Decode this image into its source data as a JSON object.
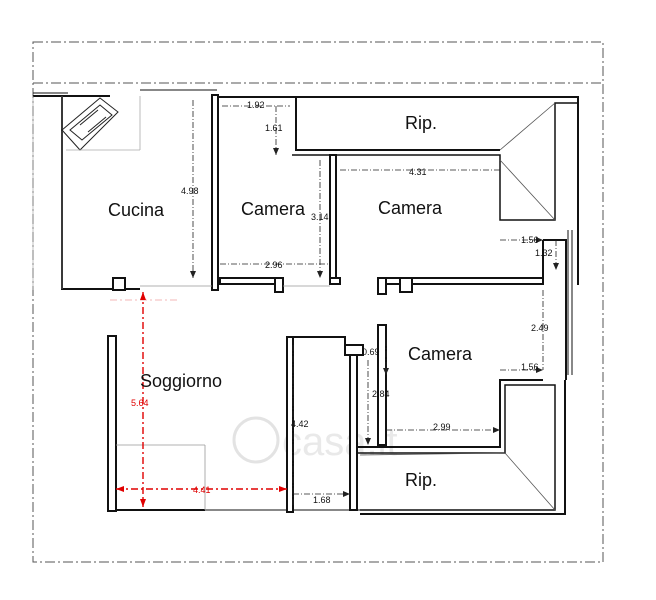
{
  "rooms": {
    "cucina": "Cucina",
    "camera_mid": "Camera",
    "camera_top_right": "Camera",
    "rip_top": "Rip.",
    "soggiorno": "Soggiorno",
    "camera_bottom_right": "Camera",
    "rip_bottom": "Rip."
  },
  "dimensions": {
    "d_1_92": "1.92",
    "d_1_61": "1.61",
    "d_4_98": "4.98",
    "d_3_14": "3.14",
    "d_4_31": "4.31",
    "d_2_96": "2.96",
    "d_1_56_top": "1.56",
    "d_1_32": "1.32",
    "d_2_49": "2.49",
    "d_0_69": "0.69",
    "d_1_56_bottom": "1.56",
    "d_2_84": "2.84",
    "d_2_99": "2.99",
    "d_4_42": "4.42",
    "d_1_68": "1.68",
    "d_5_64": "5.64",
    "d_4_41": "4.41"
  },
  "watermark": "casa.it",
  "colors": {
    "wall": "#111111",
    "dimension_line": "#222222",
    "highlight_dimension": "#e00000",
    "background": "#ffffff"
  }
}
